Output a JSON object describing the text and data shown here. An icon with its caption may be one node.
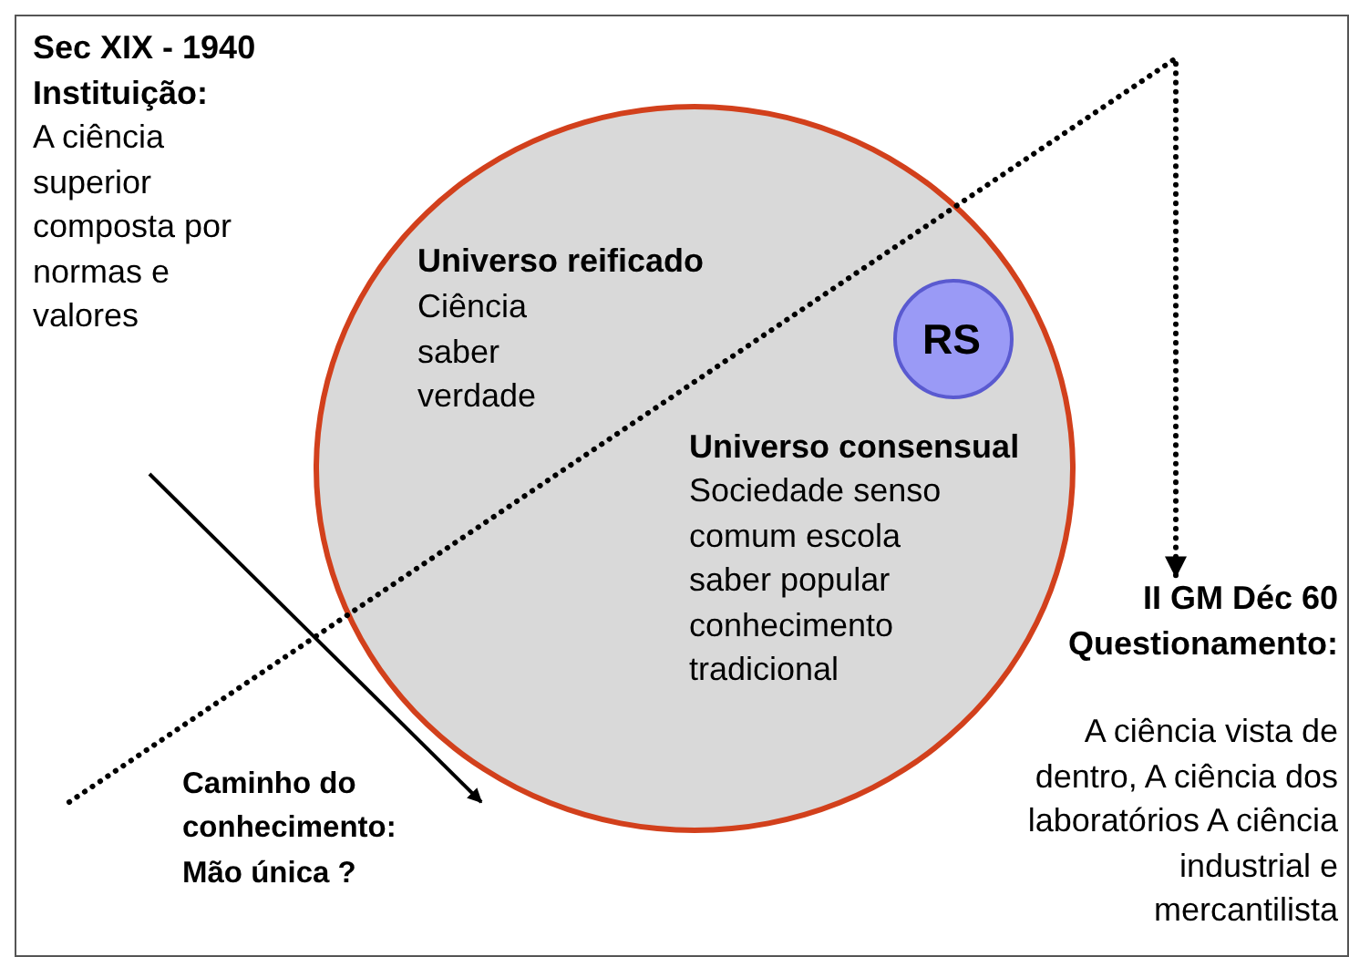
{
  "diagram": {
    "nodes": [
      {
        "text": [
          "Sec XIX - 1940 Instituição:",
          "A ciência superior composta por normas e valores"
        ]
      },
      {
        "text": [
          "Universo reificado",
          "Ciência saber verdade",
          "Universo consensual",
          "Sociedade senso comum escola saber popular conhecimento tradicional"
        ]
      },
      {
        "text": [
          "RS"
        ],
        "in": 1
      },
      {
        "text": [
          "II GM Déc 60 Questionamento:",
          "A ciência vista de dentro, A ciência dos laboratórios A ciência industrial e mercantilista"
        ]
      },
      {
        "text": [
          "Caminho do conhecimento:",
          "Mão única ?"
        ]
      }
    ],
    "edges": [
      {
        "from": null,
        "to": 3,
        "arrow": "to",
        "style": "dashed"
      },
      {
        "from": null,
        "to": 4,
        "arrow": "to"
      }
    ]
  }
}
